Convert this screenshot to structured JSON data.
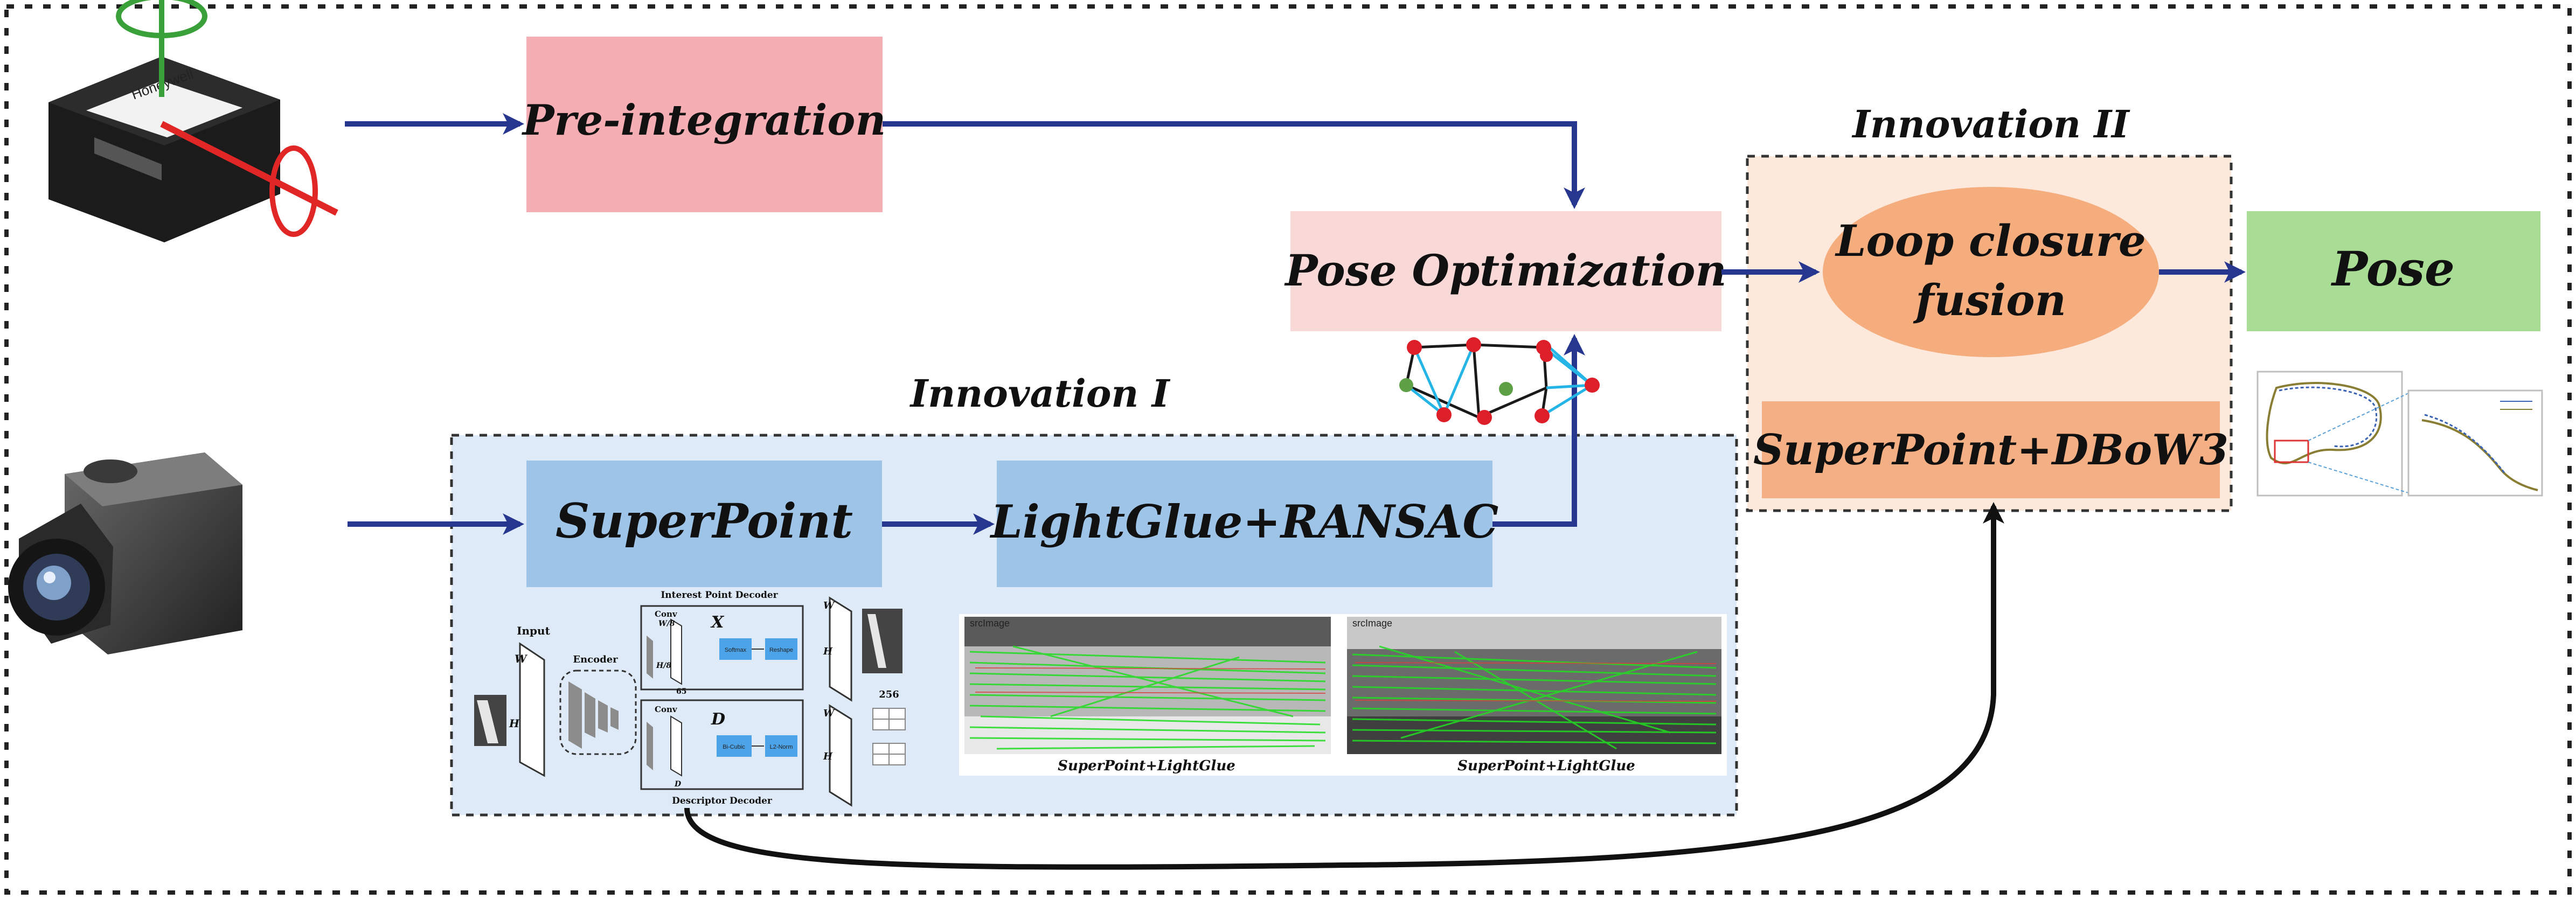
{
  "colors": {
    "arrow": "#27368e",
    "preintegration_box": "#f6aeb5",
    "pose_opt_box": "#f9d8d8",
    "superpoint_box": "#9ec4e8",
    "lightglue_box": "#9ec4e8",
    "innovation1_bg": "#deeaf7",
    "innovation2_bg": "#fde9dc",
    "loop_ellipse": "#f5ad7e",
    "dbow_box": "#f4b084",
    "pose_box": "#a9dc95",
    "match_green": "#22dd22"
  },
  "icons": {
    "imu": "imu-sensor-icon",
    "camera": "fisheye-camera-icon",
    "graph": "pose-graph-icon",
    "trajectory": "trajectory-plot-icon"
  },
  "blocks": {
    "preintegration": "Pre-integration",
    "pose_optimization": "Pose Optimization",
    "superpoint": "SuperPoint",
    "lightglue": "LightGlue+RANSAC",
    "loop_line1": "Loop closure",
    "loop_line2": "fusion",
    "pose": "Pose",
    "dbow": "SuperPoint+DBoW3"
  },
  "regions": {
    "innovation1": "Innovation I",
    "innovation2": "Innovation II"
  },
  "superpoint_arch": {
    "input": "Input",
    "encoder": "Encoder",
    "interest_decoder": "Interest Point Decoder",
    "descriptor_decoder": "Descriptor Decoder",
    "conv1": "Conv",
    "conv2": "Conv",
    "softmax": "Softmax",
    "reshape": "Reshape",
    "bicubic": "Bi-Cubic",
    "l2norm": "L2-Norm",
    "w": "W",
    "h": "H",
    "w8": "W/8",
    "h8": "H/8",
    "d": "D",
    "chi": "X",
    "dscript": "D",
    "n65": "65",
    "n256": "256"
  },
  "match_images": {
    "left_tag": "srcImage",
    "right_tag": "srcImage",
    "left_caption": "SuperPoint+LightGlue",
    "right_caption": "SuperPoint+LightGlue"
  },
  "imu_brand": "Honeywell"
}
